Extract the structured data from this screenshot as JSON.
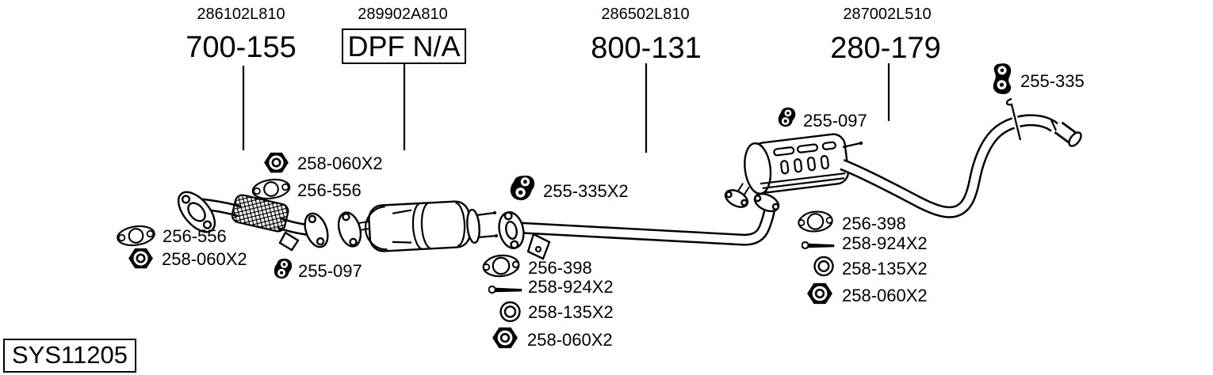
{
  "colors": {
    "ink": "#000000",
    "background": "#ffffff"
  },
  "system_id": "SYS11205",
  "sections": [
    {
      "part_number": "286102L810",
      "label": "700-155",
      "boxed": false
    },
    {
      "part_number": "289902A810",
      "label": "DPF N/A",
      "boxed": true
    },
    {
      "part_number": "286502L810",
      "label": "800-131",
      "boxed": false
    },
    {
      "part_number": "287002L510",
      "label": "280-179",
      "boxed": false
    }
  ],
  "callouts": [
    {
      "icon": "nut-icon",
      "label": "258-060X2"
    },
    {
      "icon": "flange-gasket-icon",
      "label": "256-556"
    },
    {
      "icon": "flange-gasket-icon",
      "label": "256-556"
    },
    {
      "icon": "nut-icon",
      "label": "258-060X2"
    },
    {
      "icon": "rubber-hanger-icon",
      "label": "255-097"
    },
    {
      "icon": "rubber-hanger-double-icon",
      "label": "255-335X2"
    },
    {
      "icon": "diamond-gasket-icon",
      "label": "256-398"
    },
    {
      "icon": "bolt-icon",
      "label": "258-924X2"
    },
    {
      "icon": "sealing-ring-icon",
      "label": "258-135X2"
    },
    {
      "icon": "nut-icon",
      "label": "258-060X2"
    },
    {
      "icon": "rubber-hanger-icon",
      "label": "255-097"
    },
    {
      "icon": "diamond-gasket-icon",
      "label": "256-398"
    },
    {
      "icon": "bolt-icon",
      "label": "258-924X2"
    },
    {
      "icon": "sealing-ring-icon",
      "label": "258-135X2"
    },
    {
      "icon": "nut-icon",
      "label": "258-060X2"
    },
    {
      "icon": "rubber-hanger-tall-icon",
      "label": "255-335"
    }
  ]
}
